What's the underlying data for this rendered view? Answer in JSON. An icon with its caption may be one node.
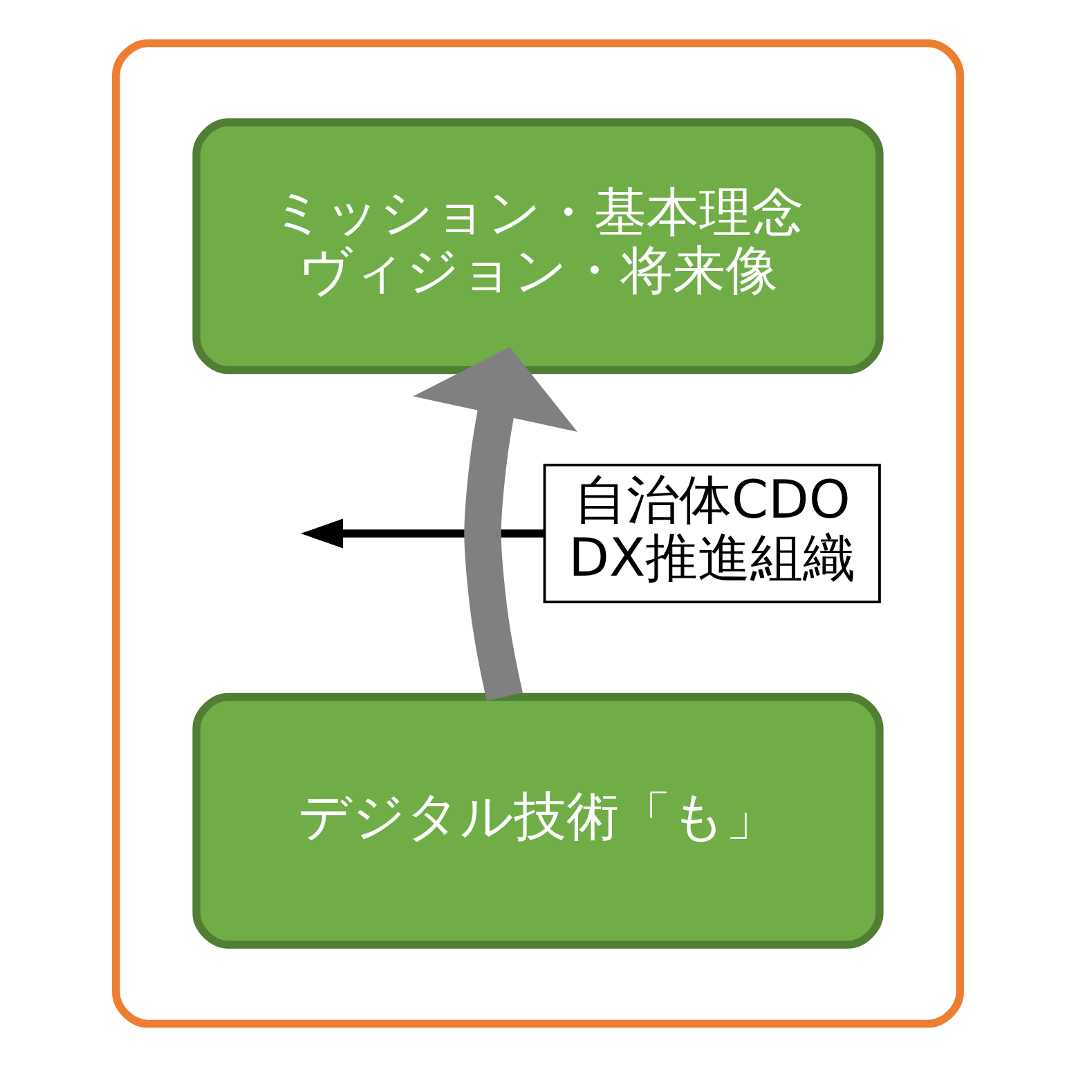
{
  "diagram": {
    "nodes": [
      {
        "text": [],
        "shape": "box"
      },
      {
        "text": [
          "ミッション・基本理念",
          "ヴィジョン・将来像"
        ],
        "in": 0
      },
      {
        "text": [
          "自治体CDO",
          "DX推進組織"
        ],
        "in": 0
      },
      {
        "text": [
          "デジタル技術「も」"
        ],
        "in": 0
      }
    ],
    "edges": [
      {
        "from": 3,
        "to": 1,
        "arrow": "to",
        "style": "thick",
        "color": "#808080"
      },
      {
        "from": 2,
        "to": null,
        "arrow": "to",
        "color": "#000000"
      }
    ]
  }
}
